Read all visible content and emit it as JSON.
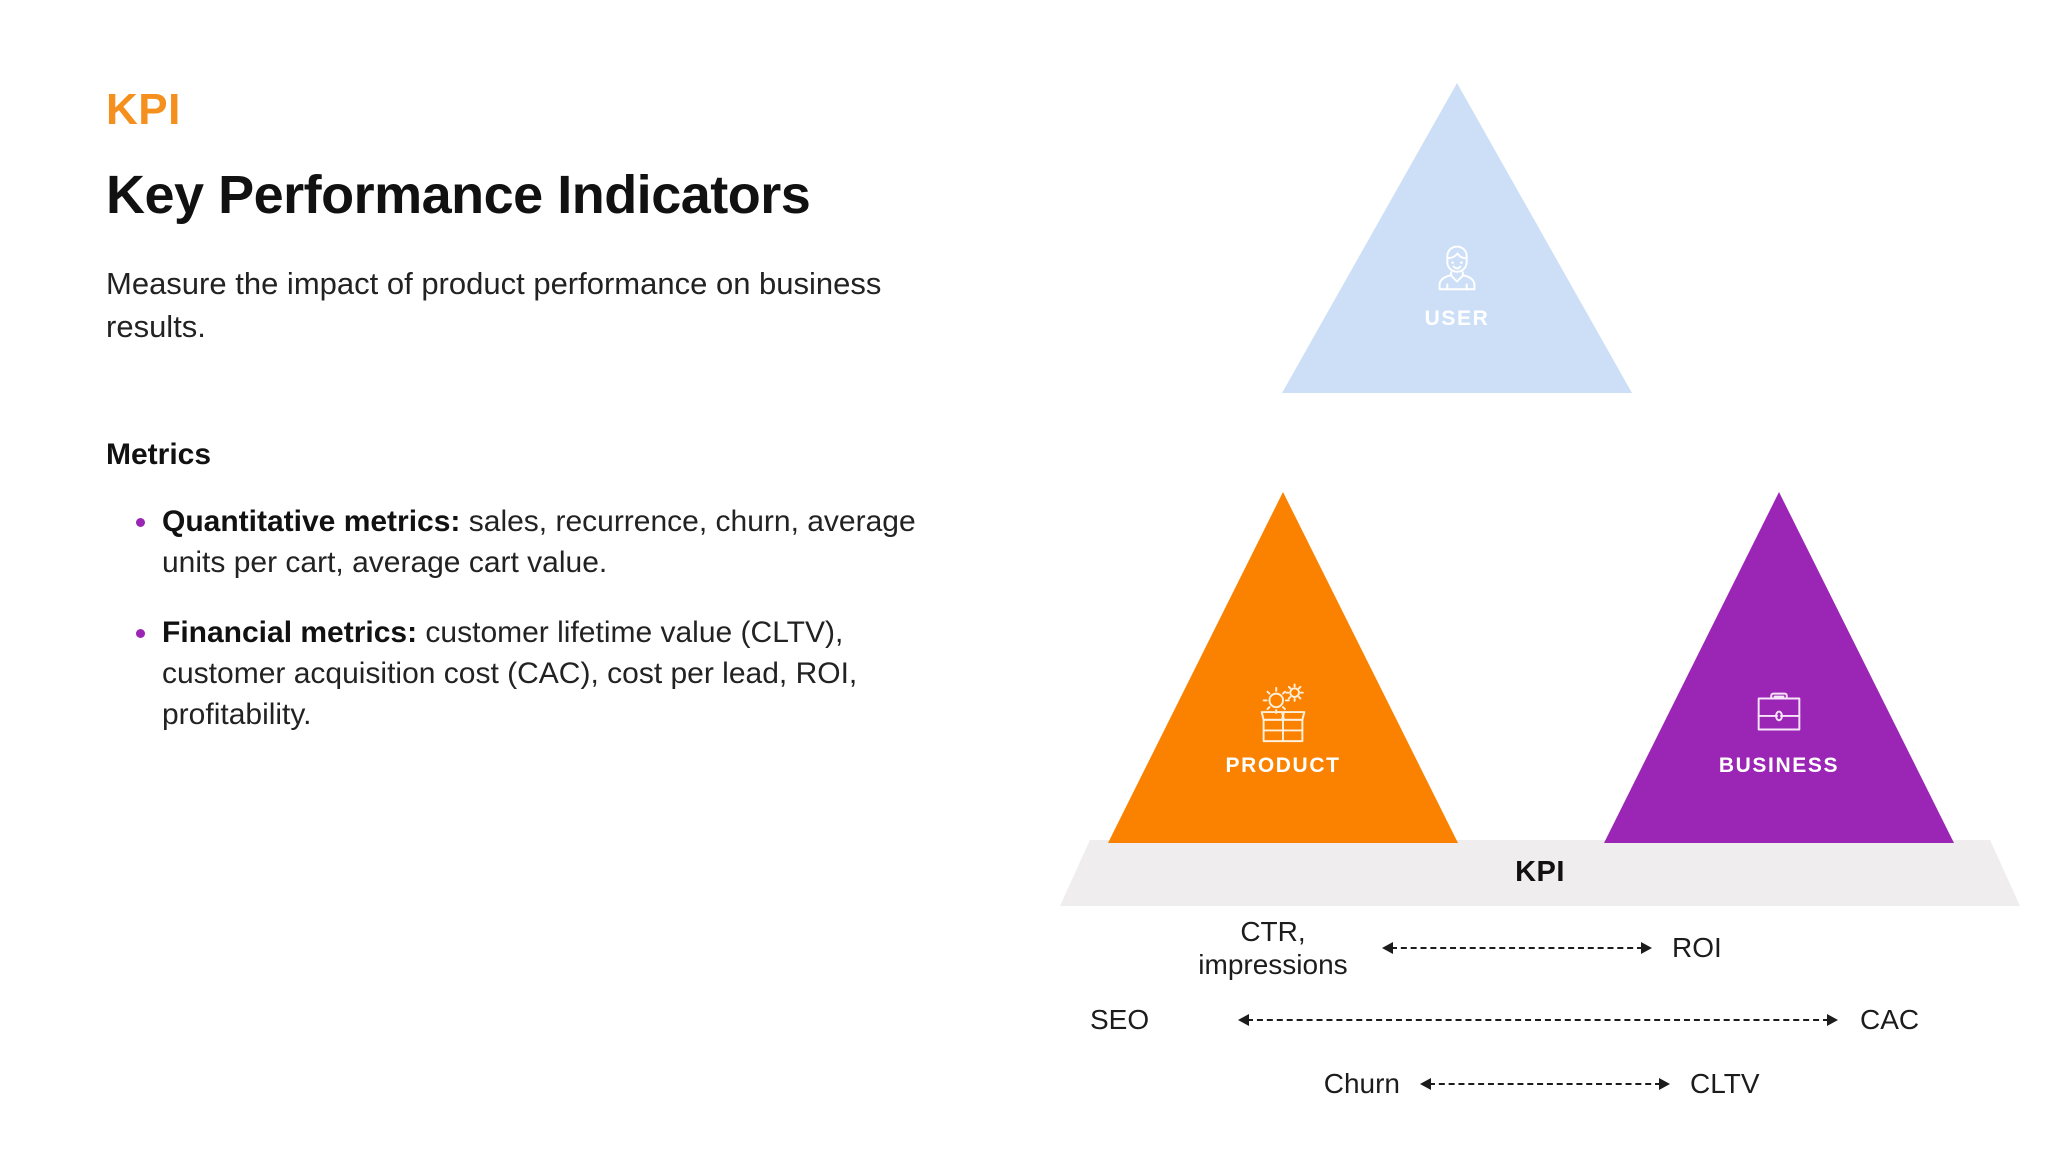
{
  "slide": {
    "eyebrow": "KPI",
    "title": "Key Performance Indicators",
    "subtitle": "Measure the impact of product performance on business results."
  },
  "metrics": {
    "heading": "Metrics",
    "bullet_color": "#9B26B6",
    "items": [
      {
        "lead": "Quantitative metrics:",
        "rest": " sales, recurrence, churn, average units per cart, average cart value."
      },
      {
        "lead": "Financial metrics:",
        "rest": " customer lifetime value (CLTV), customer acquisition cost (CAC), cost per lead, ROI, profitability."
      }
    ]
  },
  "diagram": {
    "base_label": "KPI",
    "base_color": "#EFEDED",
    "triangles": [
      {
        "id": "user",
        "label": "USER",
        "color": "#CCDFF7",
        "icon": "person-icon"
      },
      {
        "id": "product",
        "label": "PRODUCT",
        "color": "#FA8200",
        "icon": "box-gears-icon"
      },
      {
        "id": "business",
        "label": "BUSINESS",
        "color": "#9B26B6",
        "icon": "briefcase-icon"
      }
    ],
    "relations": [
      {
        "left": "CTR,\nimpressions",
        "right": "ROI",
        "arrow": "double-headed-dashed-arrow"
      },
      {
        "left": "SEO",
        "right": "CAC",
        "arrow": "double-headed-dashed-arrow"
      },
      {
        "left": "Churn",
        "right": "CLTV",
        "arrow": "double-headed-dashed-arrow"
      }
    ]
  }
}
